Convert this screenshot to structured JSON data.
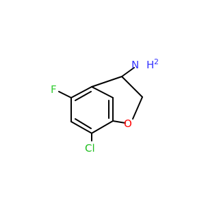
{
  "molecule": {
    "atoms": {
      "n": {
        "symbol": "N",
        "h_label": "H",
        "h_count": "2"
      },
      "f": {
        "symbol": "F"
      },
      "o": {
        "symbol": "O"
      },
      "cl": {
        "symbol": "Cl"
      }
    }
  },
  "colors": {
    "bond": "#000000",
    "nitrogen": "#3333ff",
    "oxygen": "#ff0000",
    "fluorine": "#33cc33",
    "chlorine": "#1fbf1f"
  }
}
